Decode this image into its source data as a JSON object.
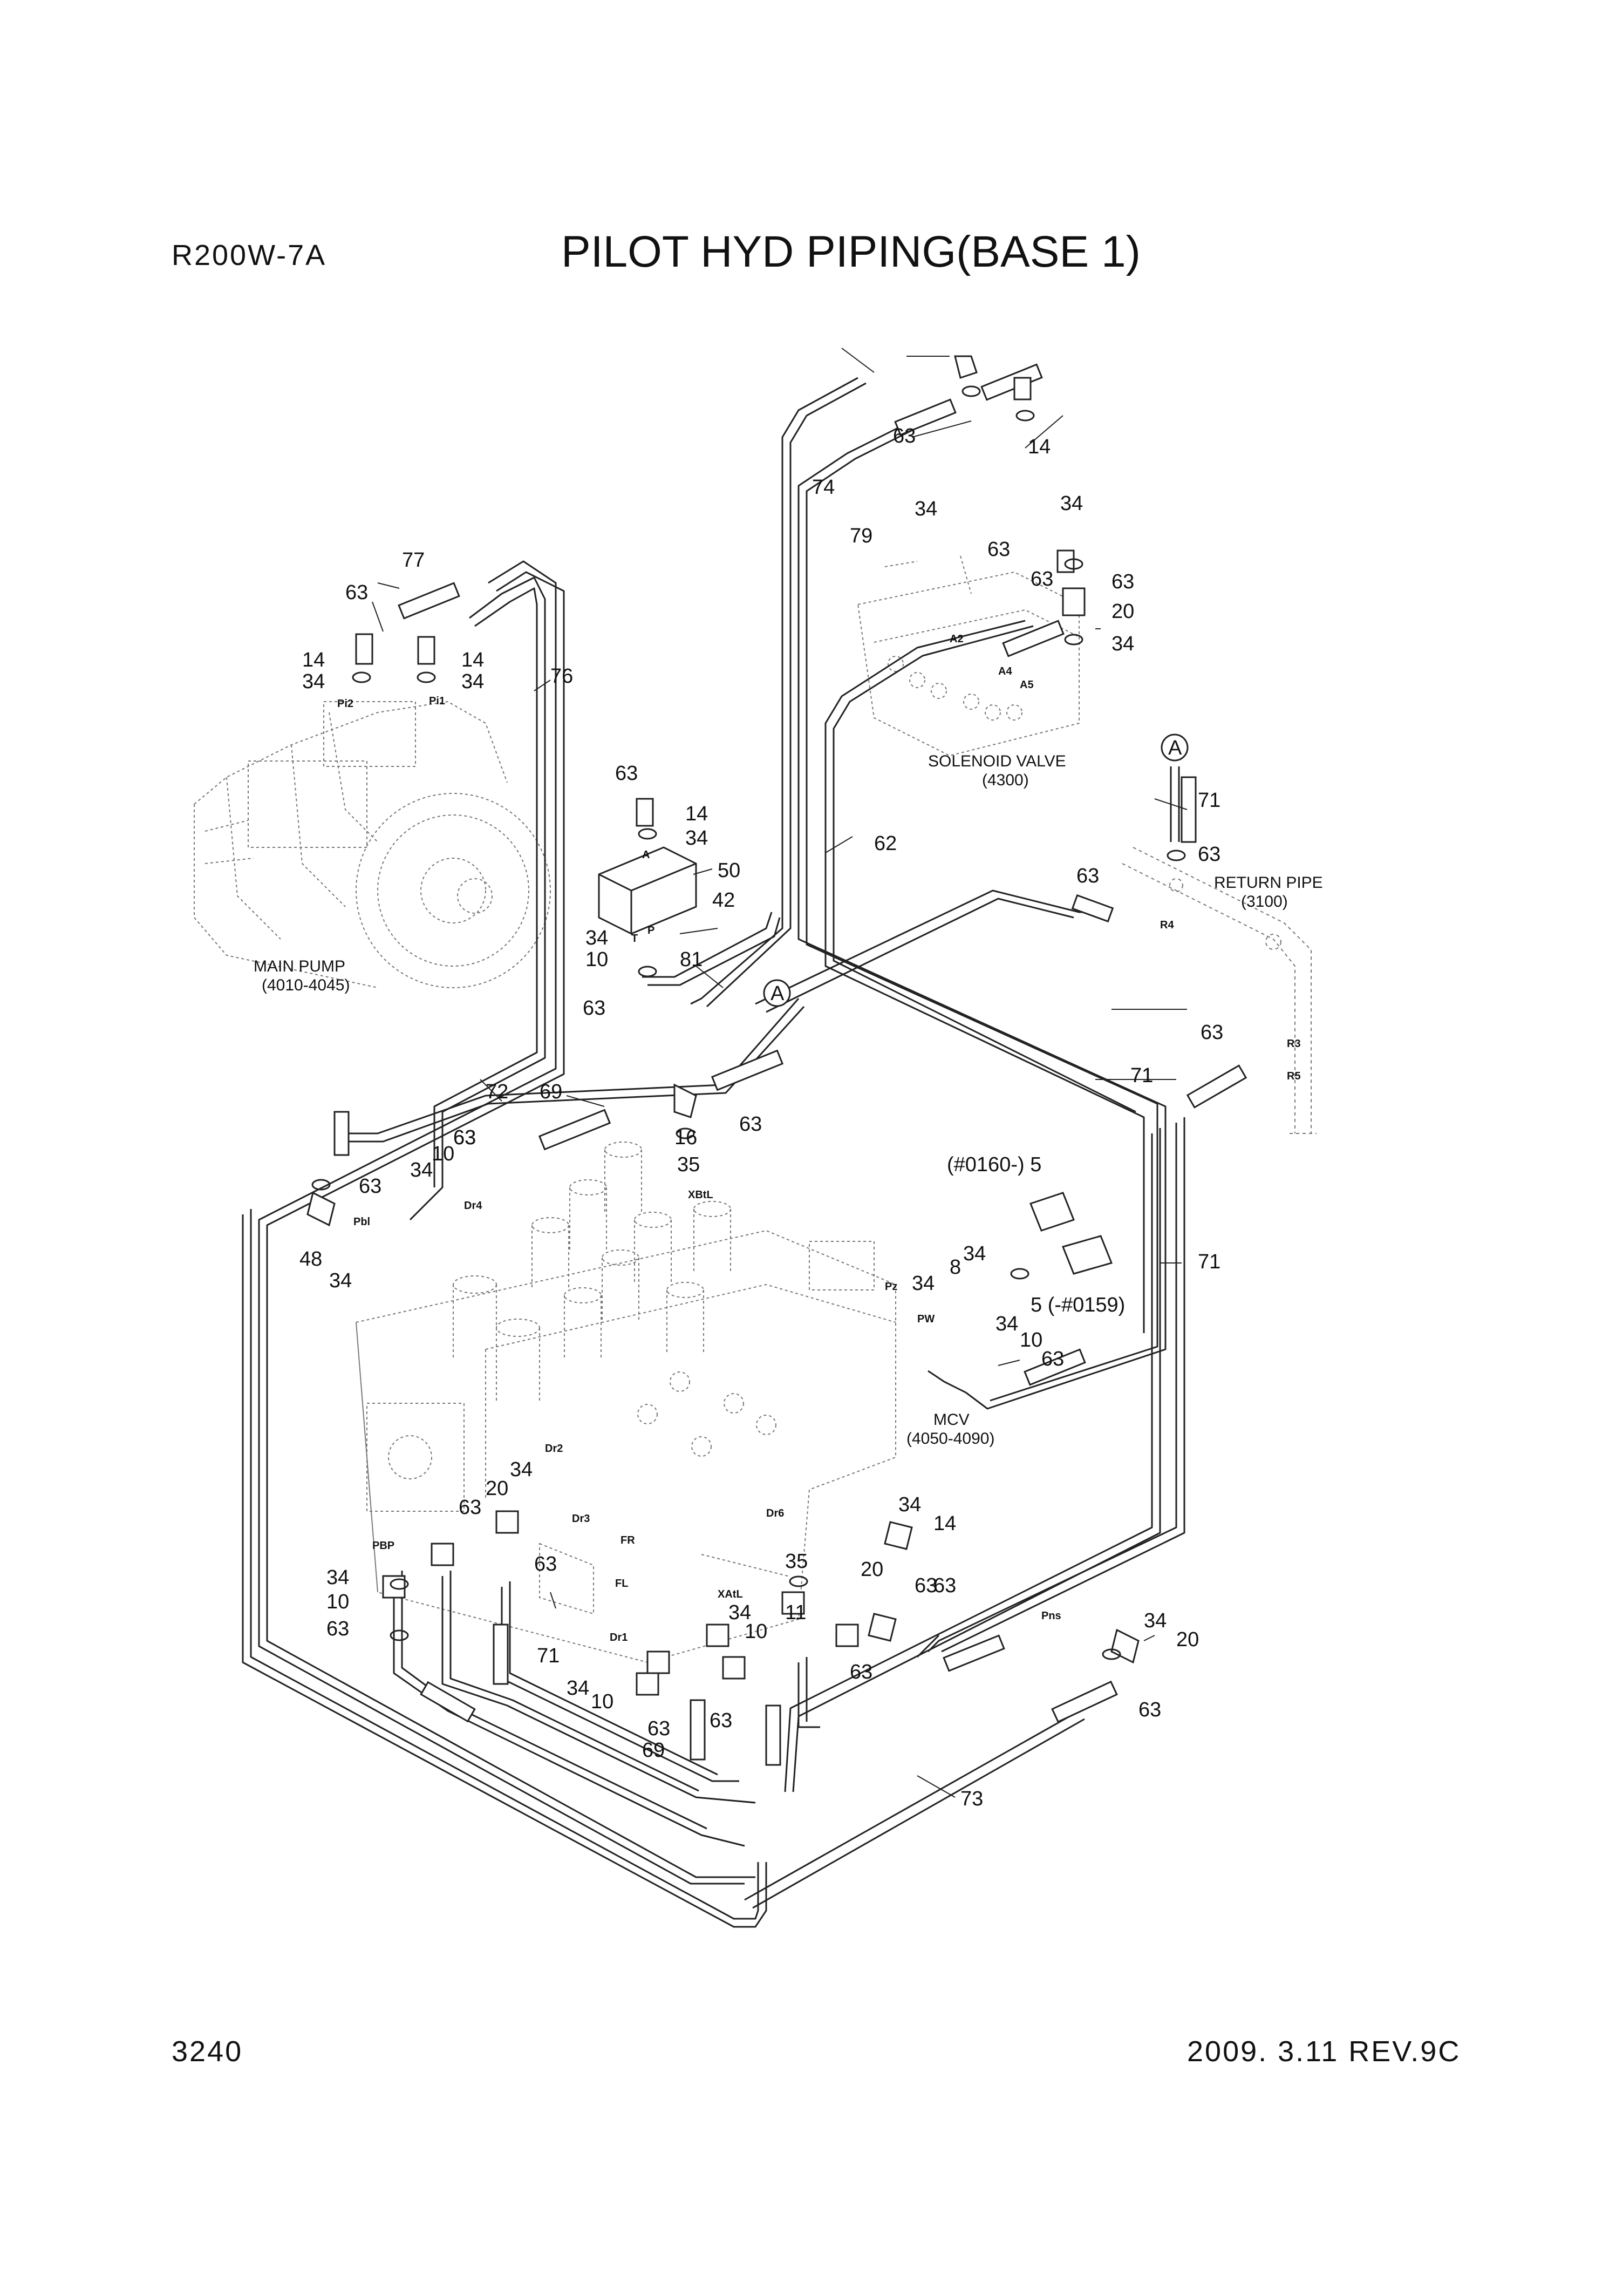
{
  "header": {
    "model": "R200W-7A",
    "title": "PILOT HYD PIPING(BASE 1)"
  },
  "footer": {
    "page_number": "3240",
    "date_rev": "2009. 3.11  REV.9C"
  },
  "components": {
    "main_pump": "MAIN PUMP",
    "main_pump_code": "(4010-4045)",
    "solenoid_valve": "SOLENOID VALVE",
    "solenoid_valve_code": "(4300)",
    "return_pipe": "RETURN PIPE",
    "return_pipe_code": "(3100)",
    "mcv": "MCV",
    "mcv_code": "(4050-4090)"
  },
  "ref_marker": "A",
  "callouts": [
    "63",
    "14",
    "74",
    "34",
    "34",
    "79",
    "63",
    "63",
    "63",
    "20",
    "34",
    "77",
    "63",
    "14",
    "14",
    "34",
    "34",
    "76",
    "63",
    "14",
    "34",
    "50",
    "42",
    "81",
    "34",
    "10",
    "63",
    "71",
    "63",
    "63",
    "71",
    "62",
    "71",
    "63",
    "71",
    "72",
    "69",
    "63",
    "10",
    "34",
    "63",
    "63",
    "48",
    "34",
    "16",
    "63",
    "35",
    "(#0160-) 5",
    "8",
    "34",
    "34",
    "5 (-#0159)",
    "34",
    "10",
    "63",
    "34",
    "20",
    "63",
    "34",
    "14",
    "63",
    "63",
    "34",
    "10",
    "63",
    "35",
    "20",
    "63",
    "34",
    "10",
    "11",
    "63",
    "71",
    "34",
    "10",
    "63",
    "63",
    "69",
    "34",
    "20",
    "63",
    "73"
  ],
  "port_labels": [
    "Pi2",
    "Pi1",
    "A",
    "P",
    "T",
    "A2",
    "A4",
    "A5",
    "R4",
    "R3",
    "R5",
    "Dr4",
    "Pbl",
    "XBtL",
    "Pz",
    "PW",
    "Dr2",
    "Dr3",
    "FR",
    "FL",
    "Dr1",
    "XAtL",
    "Dr6",
    "PBP",
    "Pns"
  ]
}
